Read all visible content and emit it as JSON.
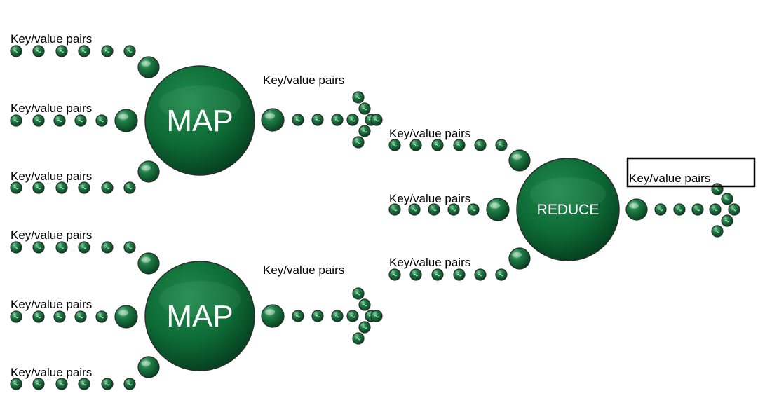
{
  "diagram": {
    "colors": {
      "node": "#0d6a35",
      "node_dark": "#07461f",
      "ring": "#3a3a3a"
    },
    "map_nodes": [
      {
        "label": "MAP"
      },
      {
        "label": "MAP"
      }
    ],
    "reduce_node": {
      "label": "REDUCE"
    },
    "labels": {
      "m1_in1": "Key/value pairs",
      "m1_in2": "Key/value pairs",
      "m1_in3": "Key/value pairs",
      "m1_out": "Key/value pairs",
      "m2_in1": "Key/value pairs",
      "m2_in2": "Key/value pairs",
      "m2_in3": "Key/value pairs",
      "m2_out": "Key/value pairs",
      "r_in1": "Key/value pairs",
      "r_in2": "Key/value pairs",
      "r_in3": "Key/value pairs",
      "r_out": "Key/value pairs"
    }
  }
}
